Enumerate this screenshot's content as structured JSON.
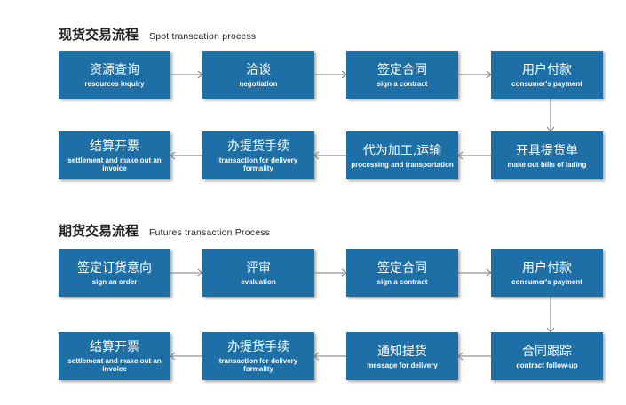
{
  "sections": [
    {
      "title_cn": "现货交易流程",
      "title_en": "Spot  transcation  process",
      "row1": [
        {
          "cn": "资源查询",
          "en": "resources inquiry"
        },
        {
          "cn": "洽谈",
          "en": "negotiation"
        },
        {
          "cn": "签定合同",
          "en": "sign a contract"
        },
        {
          "cn": "用户付款",
          "en": "consumer's payment"
        }
      ],
      "row2": [
        {
          "cn": "结算开票",
          "en": "settlement and make out an invoice"
        },
        {
          "cn": "办提货手续",
          "en": "transaction for delivery formality"
        },
        {
          "cn": "代为加工,运输",
          "en": "processing and transportation"
        },
        {
          "cn": "开具提货单",
          "en": "make out bills of lading"
        }
      ]
    },
    {
      "title_cn": "期货交易流程",
      "title_en": "Futures  transaction  Process",
      "row1": [
        {
          "cn": "签定订货意向",
          "en": "sign an order"
        },
        {
          "cn": "评审",
          "en": "evaluation"
        },
        {
          "cn": "签定合同",
          "en": "sign a contract"
        },
        {
          "cn": "用户付款",
          "en": "consumer's payment"
        }
      ],
      "row2": [
        {
          "cn": "结算开票",
          "en": "settlement and make out an invoice"
        },
        {
          "cn": "办提货手续",
          "en": "transaction for delivery formality"
        },
        {
          "cn": "通知提货",
          "en": "message for delivery"
        },
        {
          "cn": "合同跟踪",
          "en": "contract follow-up"
        }
      ]
    }
  ],
  "colors": {
    "box": "#1e6fa6",
    "connector": "#7a7a7a"
  }
}
